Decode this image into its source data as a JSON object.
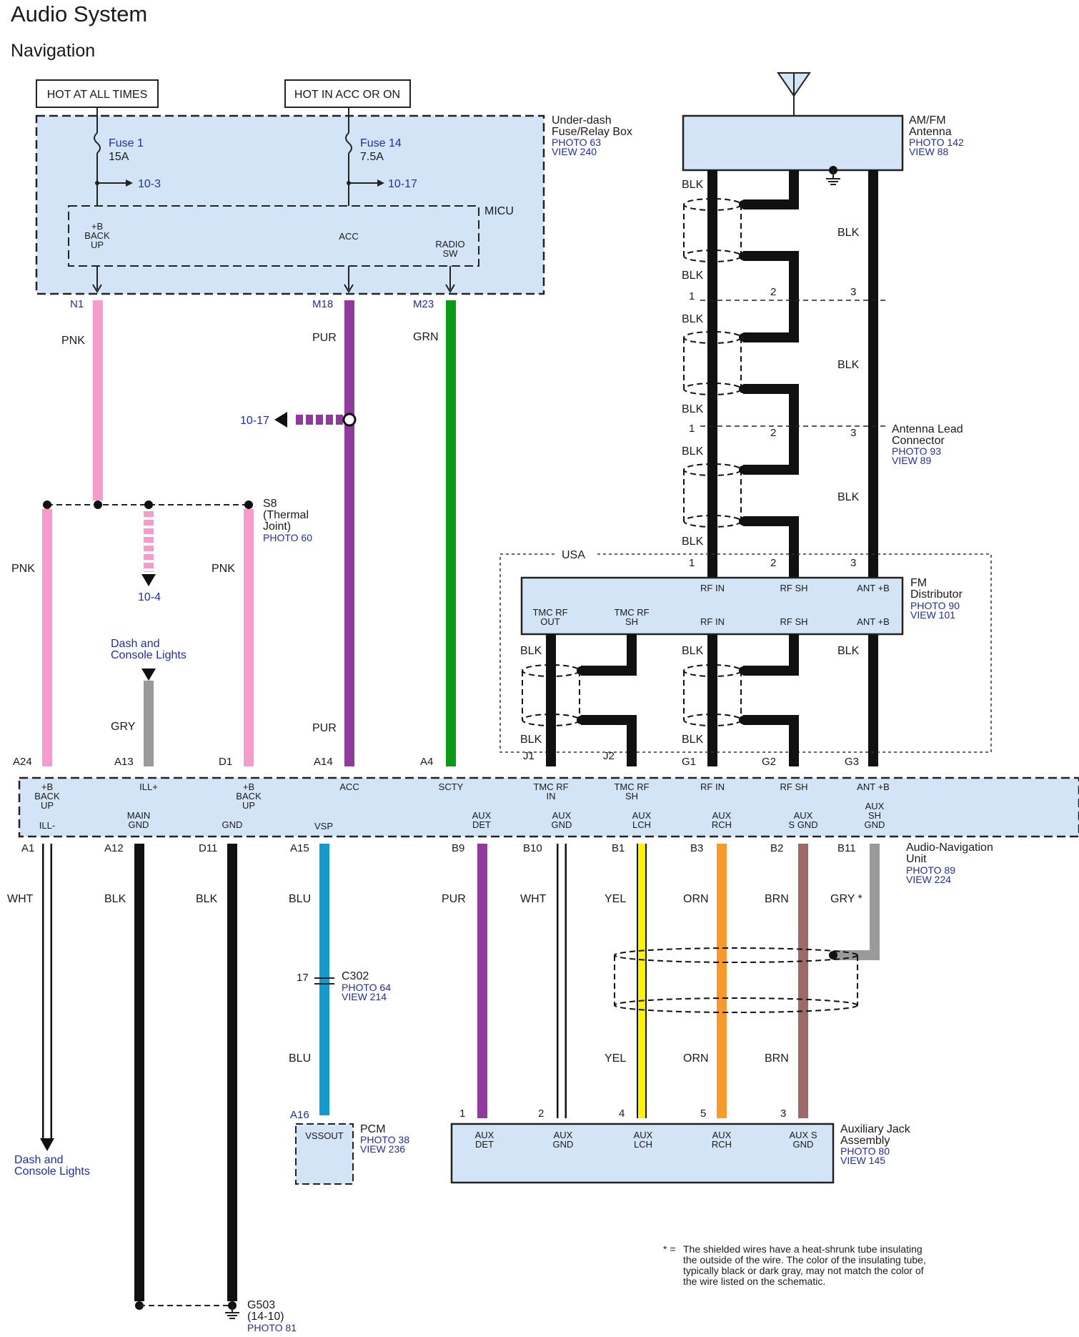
{
  "title": "Audio System",
  "subtitle": "Navigation",
  "hot_labels": {
    "all_times": "HOT AT ALL TIMES",
    "acc_on": "HOT IN ACC OR ON"
  },
  "fuse_box": {
    "name_l1": "Under-dash",
    "name_l2": "Fuse/Relay Box",
    "photo": "PHOTO 63",
    "view": "VIEW 240",
    "fuse1_name": "Fuse 1",
    "fuse1_amp": "15A",
    "fuse1_ref": "10-3",
    "fuse14_name": "Fuse 14",
    "fuse14_amp": "7.5A",
    "fuse14_ref": "10-17",
    "micu": "MICU",
    "micu_b1": "+B",
    "micu_b2": "BACK",
    "micu_b3": "UP",
    "micu_acc": "ACC",
    "micu_radio1": "RADIO",
    "micu_radio2": "SW"
  },
  "antenna": {
    "name_l1": "AM/FM",
    "name_l2": "Antenna",
    "photo": "PHOTO 142",
    "view": "VIEW 88"
  },
  "antenna_lead": {
    "name_l1": "Antenna Lead",
    "name_l2": "Connector",
    "photo": "PHOTO 93",
    "view": "VIEW 89"
  },
  "fm_distributor": {
    "name_l1": "FM",
    "name_l2": "Distributor",
    "photo": "PHOTO 90",
    "view": "VIEW 101",
    "region": "USA",
    "top_rfin": "RF IN",
    "top_rfsh": "RF SH",
    "top_antb": "ANT +B",
    "tmcout_l1": "TMC RF",
    "tmcout_l2": "OUT",
    "tmcsh_l1": "TMC RF",
    "tmcsh_l2": "SH",
    "bot_rfin": "RF IN",
    "bot_rfsh": "RF SH",
    "bot_antb": "ANT +B"
  },
  "wires": {
    "blk": "BLK",
    "pnk": "PNK",
    "pur": "PUR",
    "grn": "GRN",
    "gry": "GRY",
    "wht": "WHT",
    "blu": "BLU",
    "yel": "YEL",
    "orn": "ORN",
    "brn": "BRN",
    "gry_star": "GRY *"
  },
  "pins": {
    "n1": "N1",
    "m18": "M18",
    "m23": "M23",
    "p1": "1",
    "p2": "2",
    "p3": "3",
    "p4": "4",
    "p5": "5",
    "p17": "17",
    "a24": "A24",
    "a13": "A13",
    "d1": "D1",
    "a14": "A14",
    "a4": "A4",
    "j1": "J1",
    "j2": "J2",
    "g1": "G1",
    "g2": "G2",
    "g3": "G3",
    "a1": "A1",
    "a12": "A12",
    "d11": "D11",
    "a15": "A15",
    "b9": "B9",
    "b10": "B10",
    "b1": "B1",
    "b3": "B3",
    "b2": "B2",
    "b11": "B11",
    "a16": "A16"
  },
  "refs": {
    "r1017": "10-17",
    "r104": "10-4"
  },
  "s8": {
    "l1": "S8",
    "l2": "(Thermal",
    "l3": "Joint)",
    "photo": "PHOTO 60"
  },
  "dash_lights": {
    "l1": "Dash and",
    "l2": "Console Lights"
  },
  "unit": {
    "name_l1": "Audio-Navigation",
    "name_l2": "Unit",
    "photo": "PHOTO 89",
    "view": "VIEW 224",
    "top": {
      "bbu1": "+B",
      "bbu2": "BACK",
      "bbu3": "UP",
      "ill": "ILL+",
      "bbu_d1": "+B",
      "bbu_d2": "BACK",
      "bbu_d3": "UP",
      "acc": "ACC",
      "scty": "SCTY",
      "tmcin1": "TMC RF",
      "tmcin2": "IN",
      "tmcsh1": "TMC RF",
      "tmcsh2": "SH",
      "rfin": "RF IN",
      "rfsh": "RF SH",
      "antb": "ANT +B"
    },
    "bottom": {
      "illm": "ILL-",
      "maingnd1": "MAIN",
      "maingnd2": "GND",
      "gnd": "GND",
      "vsp": "VSP",
      "auxdet1": "AUX",
      "auxdet2": "DET",
      "auxgnd1": "AUX",
      "auxgnd2": "GND",
      "auxlch1": "AUX",
      "auxlch2": "LCH",
      "auxrch1": "AUX",
      "auxrch2": "RCH",
      "auxsgnd1": "AUX",
      "auxsgnd2": "S GND",
      "auxsh1": "AUX",
      "auxsh2": "SH",
      "auxsh3": "GND"
    }
  },
  "c302": {
    "name": "C302",
    "photo": "PHOTO 64",
    "view": "VIEW 214"
  },
  "pcm": {
    "name": "PCM",
    "pin": "VSSOUT",
    "photo": "PHOTO 38",
    "view": "VIEW 236"
  },
  "aux_jack": {
    "name_l1": "Auxiliary Jack",
    "name_l2": "Assembly",
    "photo": "PHOTO 80",
    "view": "VIEW 145",
    "det1": "AUX",
    "det2": "DET",
    "gnd1": "AUX",
    "gnd2": "GND",
    "lch1": "AUX",
    "lch2": "LCH",
    "rch1": "AUX",
    "rch2": "RCH",
    "sgnd1": "AUX S",
    "sgnd2": "GND"
  },
  "ground": {
    "name": "G503",
    "ref": "(14-10)",
    "photo": "PHOTO 81"
  },
  "note": {
    "star": "* =",
    "l1": "The shielded wires have a heat-shrunk tube insulating",
    "l2": "the outside of the wire. The color of the insulating tube,",
    "l3": "typically black or dark gray, may not match the color of",
    "l4": "the wire listed on the schematic."
  },
  "colors": {
    "box_fill": "#d3e4f6",
    "pnk": "#f59ccc",
    "pur": "#8f3a9c",
    "grn": "#0a9a16",
    "gry": "#9a9a9a",
    "blu": "#149acd",
    "yel": "#fff200",
    "orn": "#f7992b",
    "brn": "#9c6a68",
    "blk": "#111111",
    "ref_blue": "#1f2f9e"
  }
}
